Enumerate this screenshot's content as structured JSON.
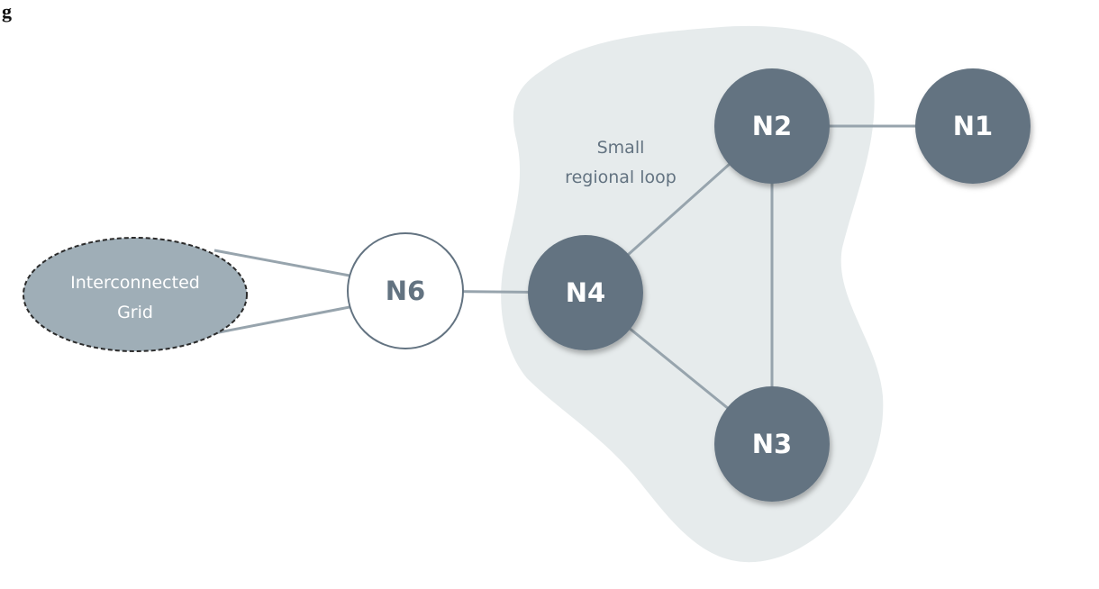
{
  "figure": {
    "label": "g"
  },
  "colors": {
    "node_fill": "#637381",
    "node_text": "#ffffff",
    "open_node_fill": "#ffffff",
    "open_node_stroke": "#637381",
    "open_node_text": "#637381",
    "edge": "#97a4ad",
    "region_fill": "#e6ebec",
    "region_text": "#637381",
    "grid_fill": "#9faeb7",
    "grid_stroke": "#2b2b2b",
    "grid_text": "#ffffff"
  },
  "region": {
    "label_line1": "Small",
    "label_line2": "regional loop"
  },
  "grid": {
    "label_line1": "Interconnected",
    "label_line2": "Grid"
  },
  "nodes": [
    {
      "id": "N1",
      "label": "N1",
      "style": "filled"
    },
    {
      "id": "N2",
      "label": "N2",
      "style": "filled"
    },
    {
      "id": "N3",
      "label": "N3",
      "style": "filled"
    },
    {
      "id": "N4",
      "label": "N4",
      "style": "filled"
    },
    {
      "id": "N6",
      "label": "N6",
      "style": "open"
    }
  ],
  "edges": [
    {
      "from": "N2",
      "to": "N1"
    },
    {
      "from": "N2",
      "to": "N4"
    },
    {
      "from": "N2",
      "to": "N3"
    },
    {
      "from": "N4",
      "to": "N3"
    },
    {
      "from": "N6",
      "to": "N4"
    },
    {
      "from": "N6",
      "to": "Grid"
    },
    {
      "from": "N6",
      "to": "Grid"
    }
  ]
}
